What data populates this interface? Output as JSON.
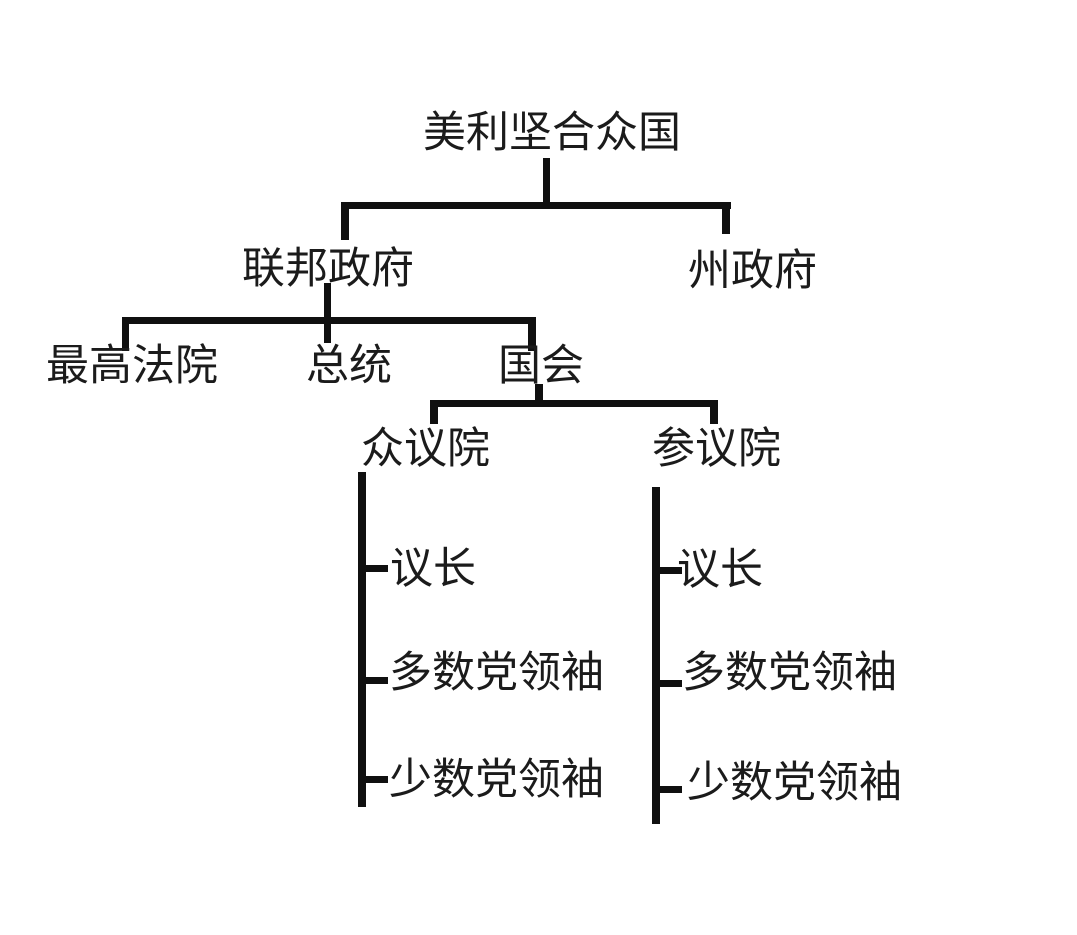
{
  "colors": {
    "background": "#ffffff",
    "line": "#101010",
    "text": "#1b1b1b"
  },
  "diagram": {
    "title": "美利坚合众国",
    "level2": {
      "federal": "联邦政府",
      "state": "州政府"
    },
    "level3": {
      "supreme_court": "最高法院",
      "president": "总统",
      "congress": "国会"
    },
    "level4": {
      "house": "众议院",
      "senate": "参议院"
    },
    "house_children": [
      "议长",
      "多数党领袖",
      "少数党领袖"
    ],
    "senate_children": [
      "议长",
      "多数党领袖",
      "少数党领袖"
    ]
  }
}
